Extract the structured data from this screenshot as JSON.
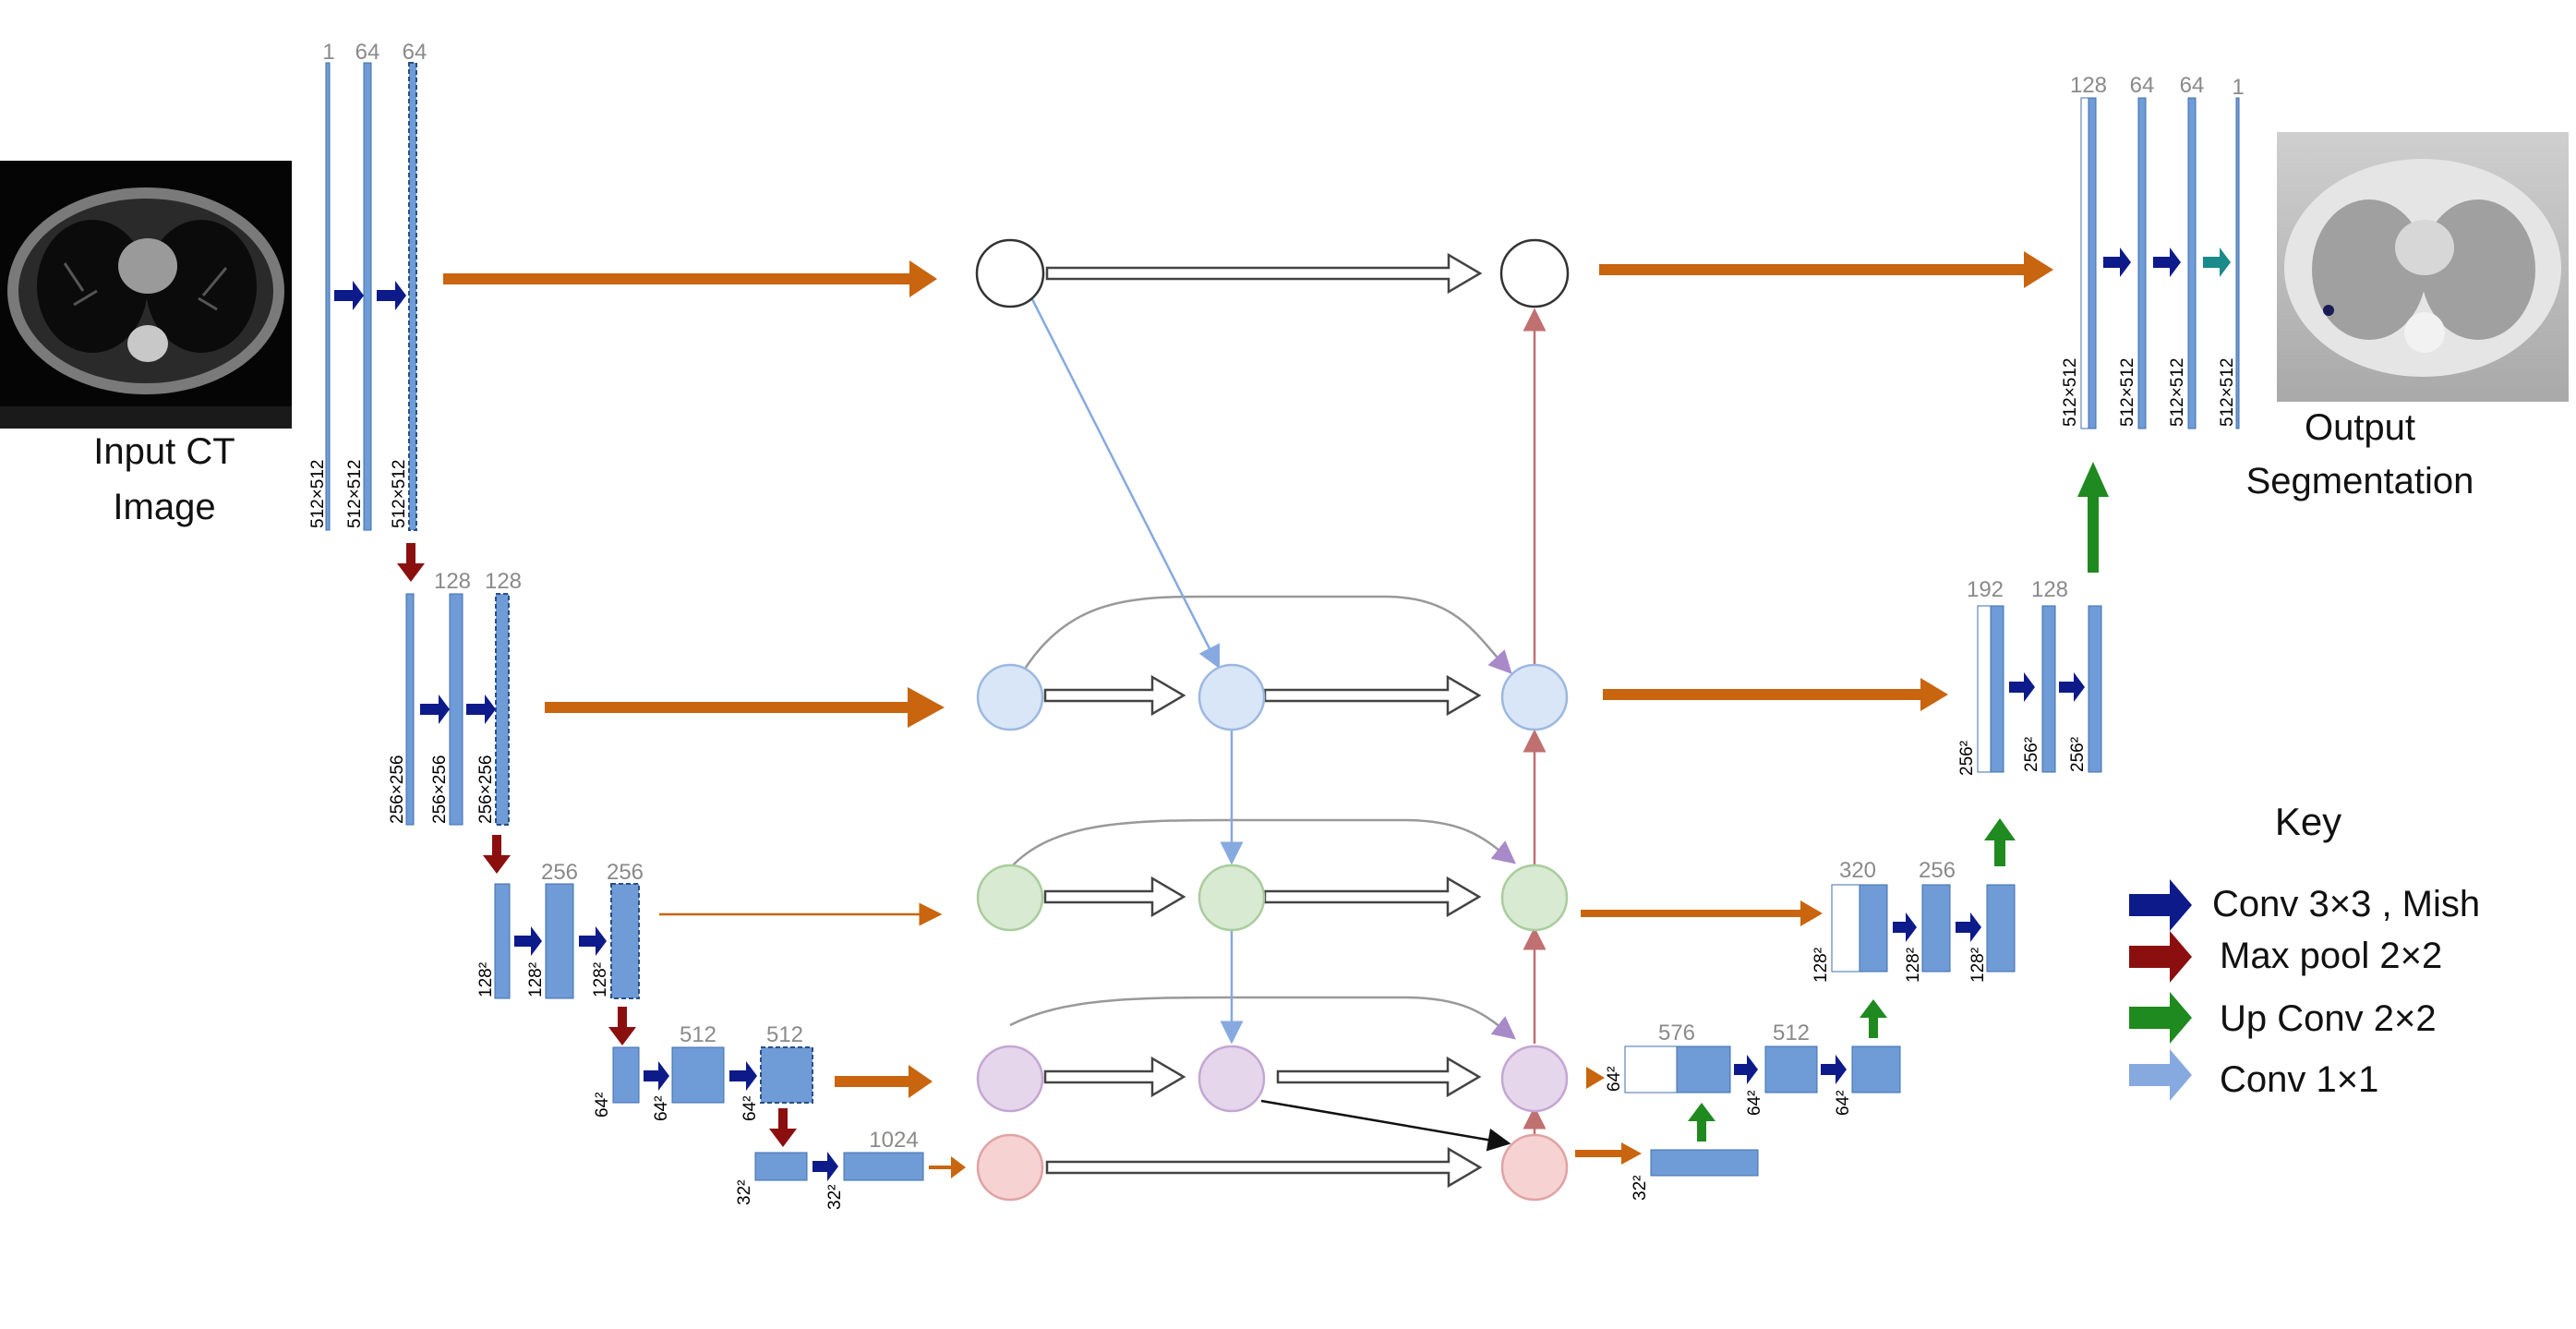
{
  "captions": {
    "input": [
      "Input CT",
      "Image"
    ],
    "output": [
      "Output",
      "Segmentation"
    ]
  },
  "encoder": {
    "level1": {
      "channels": [
        "1",
        "64",
        "64"
      ],
      "sizes": [
        "512×512",
        "512×512",
        "512×512"
      ]
    },
    "level2": {
      "channels": [
        "128",
        "128"
      ],
      "sizes": [
        "256×256",
        "256×256",
        "256×256"
      ]
    },
    "level3": {
      "channels": [
        "256",
        "256"
      ],
      "sizes": [
        "128²",
        "128²",
        "128²"
      ]
    },
    "level4": {
      "channels": [
        "512",
        "512"
      ],
      "sizes": [
        "64²",
        "64²",
        "64²"
      ]
    },
    "level5": {
      "channels": [
        "1024"
      ],
      "sizes": [
        "32²",
        "32²"
      ]
    }
  },
  "decoder": {
    "level1": {
      "channels": [
        "128",
        "64",
        "64",
        "1"
      ],
      "sizes": [
        "512×512",
        "512×512",
        "512×512",
        "512×512"
      ]
    },
    "level2": {
      "channels": [
        "192",
        "128"
      ],
      "sizes": [
        "256²",
        "256²",
        "256²"
      ]
    },
    "level3": {
      "channels": [
        "320",
        "256"
      ],
      "sizes": [
        "128²",
        "128²",
        "128²"
      ]
    },
    "level4": {
      "channels": [
        "576",
        "512"
      ],
      "sizes": [
        "64²",
        "64²",
        "64²"
      ]
    },
    "level5": {
      "sizes": [
        "32²"
      ]
    }
  },
  "key": {
    "title": "Key",
    "items": [
      {
        "label": "Conv 3×3 , Mish",
        "color": "#0d1a8a"
      },
      {
        "label": "Max pool 2×2",
        "color": "#8b0f0f"
      },
      {
        "label": "Up Conv 2×2",
        "color": "#1f8a1f"
      },
      {
        "label": "Conv 1×1",
        "color": "#86a9e0"
      }
    ]
  },
  "colors": {
    "block": "#6f9bd6",
    "block_stroke": "#3f6fae",
    "skip_arrow": "#c8650e",
    "node_row1": "#ffffff",
    "node_row2": "#d9e6f7",
    "node_row3": "#d8ead2",
    "node_row4": "#e6d6ec",
    "node_row5": "#f7d2d2"
  }
}
